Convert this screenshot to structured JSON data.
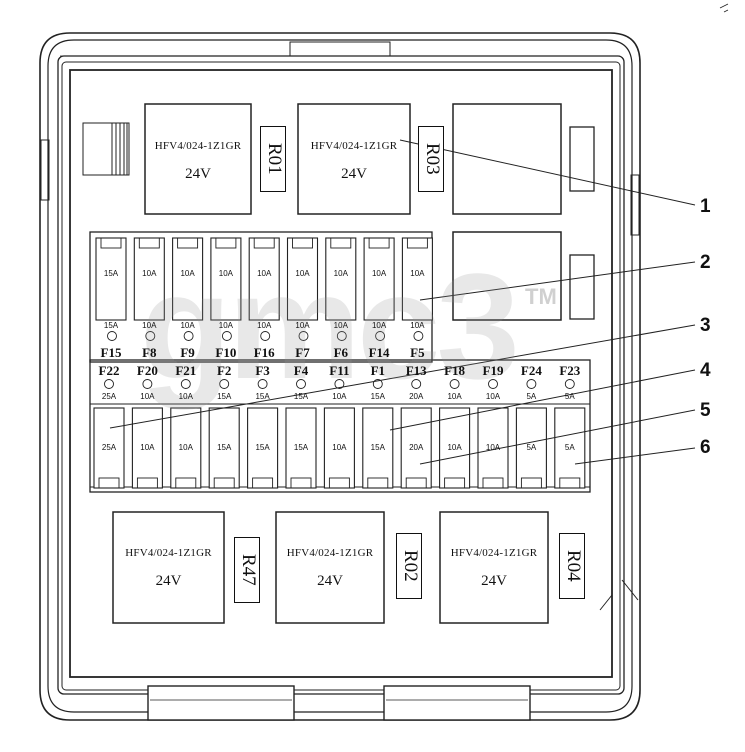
{
  "watermark": {
    "text": "gmc3",
    "tm": "TM"
  },
  "relays_top": [
    {
      "model": "HFV4/024-1Z1GR",
      "voltage": "24V",
      "id": "R01"
    },
    {
      "model": "HFV4/024-1Z1GR",
      "voltage": "24V",
      "id": "R03"
    }
  ],
  "relays_bottom": [
    {
      "model": "HFV4/024-1Z1GR",
      "voltage": "24V",
      "id": "R47"
    },
    {
      "model": "HFV4/024-1Z1GR",
      "voltage": "24V",
      "id": "R02"
    },
    {
      "model": "HFV4/024-1Z1GR",
      "voltage": "24V",
      "id": "R04"
    }
  ],
  "fuse_row_upper": {
    "ratings": [
      "15A",
      "10A",
      "10A",
      "10A",
      "10A",
      "10A",
      "10A",
      "10A",
      "10A"
    ],
    "ids": [
      "F15",
      "F8",
      "F9",
      "F10",
      "F16",
      "F7",
      "F6",
      "F14",
      "F5"
    ]
  },
  "fuse_row_lower": {
    "ids": [
      "F22",
      "F20",
      "F21",
      "F2",
      "F3",
      "F4",
      "F11",
      "F1",
      "F13",
      "F18",
      "F19",
      "F24",
      "F23"
    ],
    "ratings_small": [
      "25A",
      "10A",
      "10A",
      "15A",
      "15A",
      "15A",
      "10A",
      "15A",
      "20A",
      "10A",
      "10A",
      "5A",
      "5A"
    ],
    "ratings_body": [
      "25A",
      "10A",
      "10A",
      "15A",
      "15A",
      "15A",
      "10A",
      "15A",
      "20A",
      "10A",
      "10A",
      "5A",
      "5A"
    ]
  },
  "callouts": [
    "1",
    "2",
    "3",
    "4",
    "5",
    "6"
  ]
}
